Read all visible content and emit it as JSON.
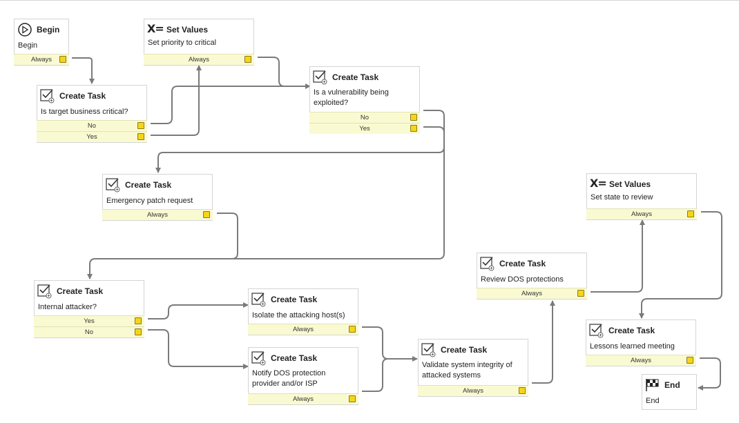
{
  "colors": {
    "port_bg": "#fafad2",
    "port_handle": "#f5d51c",
    "wire": "#7a7a7a"
  },
  "nodes": {
    "begin": {
      "icon": "play-circle-icon",
      "title": "Begin",
      "desc": "Begin",
      "ports": [
        "Always"
      ]
    },
    "set_priority": {
      "icon": "set-values-icon",
      "title": "Set Values",
      "desc": "Set priority to critical",
      "ports": [
        "Always"
      ]
    },
    "target_critical": {
      "icon": "task-checkbox-icon",
      "title": "Create Task",
      "desc": "Is target business critical?",
      "ports": [
        "No",
        "Yes"
      ]
    },
    "vuln_exploited": {
      "icon": "task-checkbox-icon",
      "title": "Create Task",
      "desc": "Is a vulnerability being exploited?",
      "ports": [
        "No",
        "Yes"
      ]
    },
    "emergency_patch": {
      "icon": "task-checkbox-icon",
      "title": "Create Task",
      "desc": "Emergency patch request",
      "ports": [
        "Always"
      ]
    },
    "internal_attacker": {
      "icon": "task-checkbox-icon",
      "title": "Create Task",
      "desc": "Internal attacker?",
      "ports": [
        "Yes",
        "No"
      ]
    },
    "isolate_host": {
      "icon": "task-checkbox-icon",
      "title": "Create Task",
      "desc": "Isolate the attacking host(s)",
      "ports": [
        "Always"
      ]
    },
    "notify_dos": {
      "icon": "task-checkbox-icon",
      "title": "Create Task",
      "desc": "Notify DOS protection provider and/or ISP",
      "ports": [
        "Always"
      ]
    },
    "validate_integrity": {
      "icon": "task-checkbox-icon",
      "title": "Create Task",
      "desc": "Validate system integrity of attacked systems",
      "ports": [
        "Always"
      ]
    },
    "review_dos": {
      "icon": "task-checkbox-icon",
      "title": "Create Task",
      "desc": "Review DOS protections",
      "ports": [
        "Always"
      ]
    },
    "set_review": {
      "icon": "set-values-icon",
      "title": "Set Values",
      "desc": "Set state to review",
      "ports": [
        "Always"
      ]
    },
    "lessons_learned": {
      "icon": "task-checkbox-icon",
      "title": "Create Task",
      "desc": "Lessons learned meeting",
      "ports": [
        "Always"
      ]
    },
    "end": {
      "icon": "checkered-flag-icon",
      "title": "End",
      "desc": "End",
      "ports": []
    }
  }
}
